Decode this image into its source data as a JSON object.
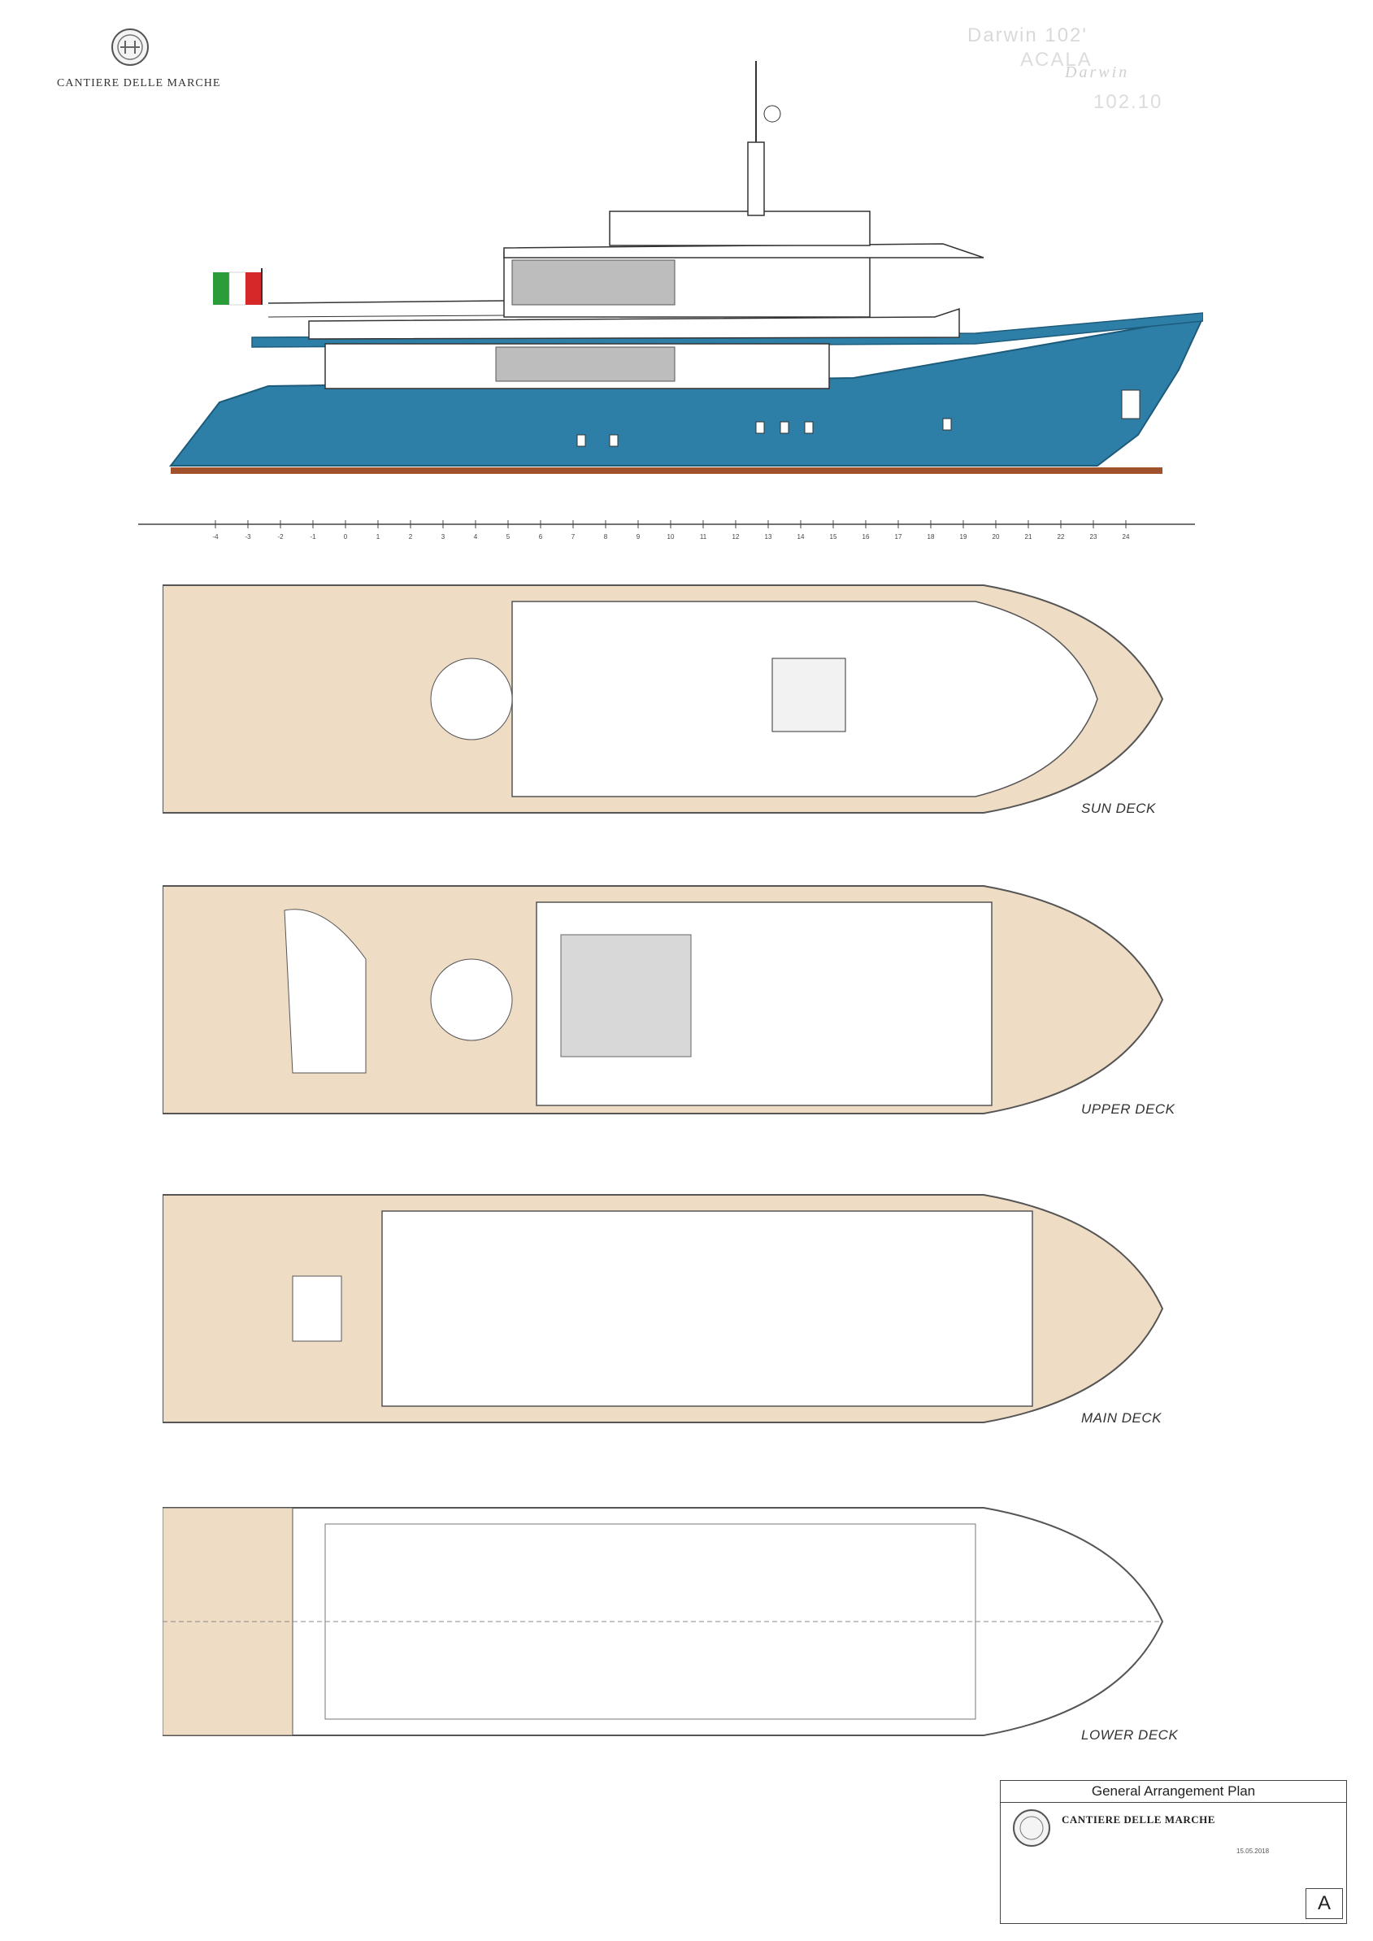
{
  "header": {
    "builder_logo_text": "CANTIERE DELLE MARCHE",
    "watermark_line1": "Darwin 102'",
    "watermark_line2": "ACALA",
    "watermark_brand": "Darwin",
    "watermark_model": "102.10"
  },
  "decks": [
    {
      "label": "SUN DECK"
    },
    {
      "label": "UPPER DECK"
    },
    {
      "label": "MAIN DECK"
    },
    {
      "label": "LOWER DECK"
    }
  ],
  "frame_scale": {
    "ticks": [
      "-4",
      "-3",
      "-2",
      "-1",
      "0",
      "1",
      "2",
      "3",
      "4",
      "5",
      "6",
      "7",
      "8",
      "9",
      "10",
      "11",
      "12",
      "13",
      "14",
      "15",
      "16",
      "17",
      "18",
      "19",
      "20",
      "21",
      "22",
      "23",
      "24"
    ]
  },
  "colors": {
    "hull": "#2e7fa8",
    "teak": "#efdcc4",
    "boot_stripe": "#a0522d",
    "flag_green": "#2a9d3a",
    "flag_red": "#d62828"
  },
  "title_block": {
    "title": "General Arrangement Plan",
    "company": "CANTIERE DELLE MARCHE",
    "date": "15.05.2018",
    "revision": "A"
  }
}
